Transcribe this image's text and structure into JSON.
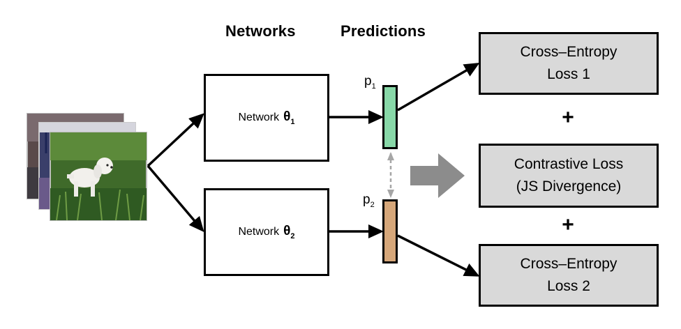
{
  "headers": {
    "networks": "Networks",
    "predictions": "Predictions"
  },
  "networks": [
    {
      "label": "Network",
      "symbol": "θ",
      "subscript": "1"
    },
    {
      "label": "Network",
      "symbol": "θ",
      "subscript": "2"
    }
  ],
  "predictions": [
    {
      "label": "p",
      "subscript": "1",
      "color": "#88d8a8"
    },
    {
      "label": "p",
      "subscript": "2",
      "color": "#d6a77a"
    }
  ],
  "losses": [
    {
      "line1": "Cross–Entropy",
      "line2": "Loss 1"
    },
    {
      "line1": "Contrastive Loss",
      "line2": "(JS Divergence)"
    },
    {
      "line1": "Cross–Entropy",
      "line2": "Loss 2"
    }
  ],
  "plus": "+",
  "colors": {
    "loss_fill": "#d9d9d9",
    "big_arrow": "#8c8c8c",
    "dashed_arrow": "#a6a6a6"
  },
  "image_stack": {
    "icon": "dog-photo-stack-icon",
    "count": 3
  }
}
